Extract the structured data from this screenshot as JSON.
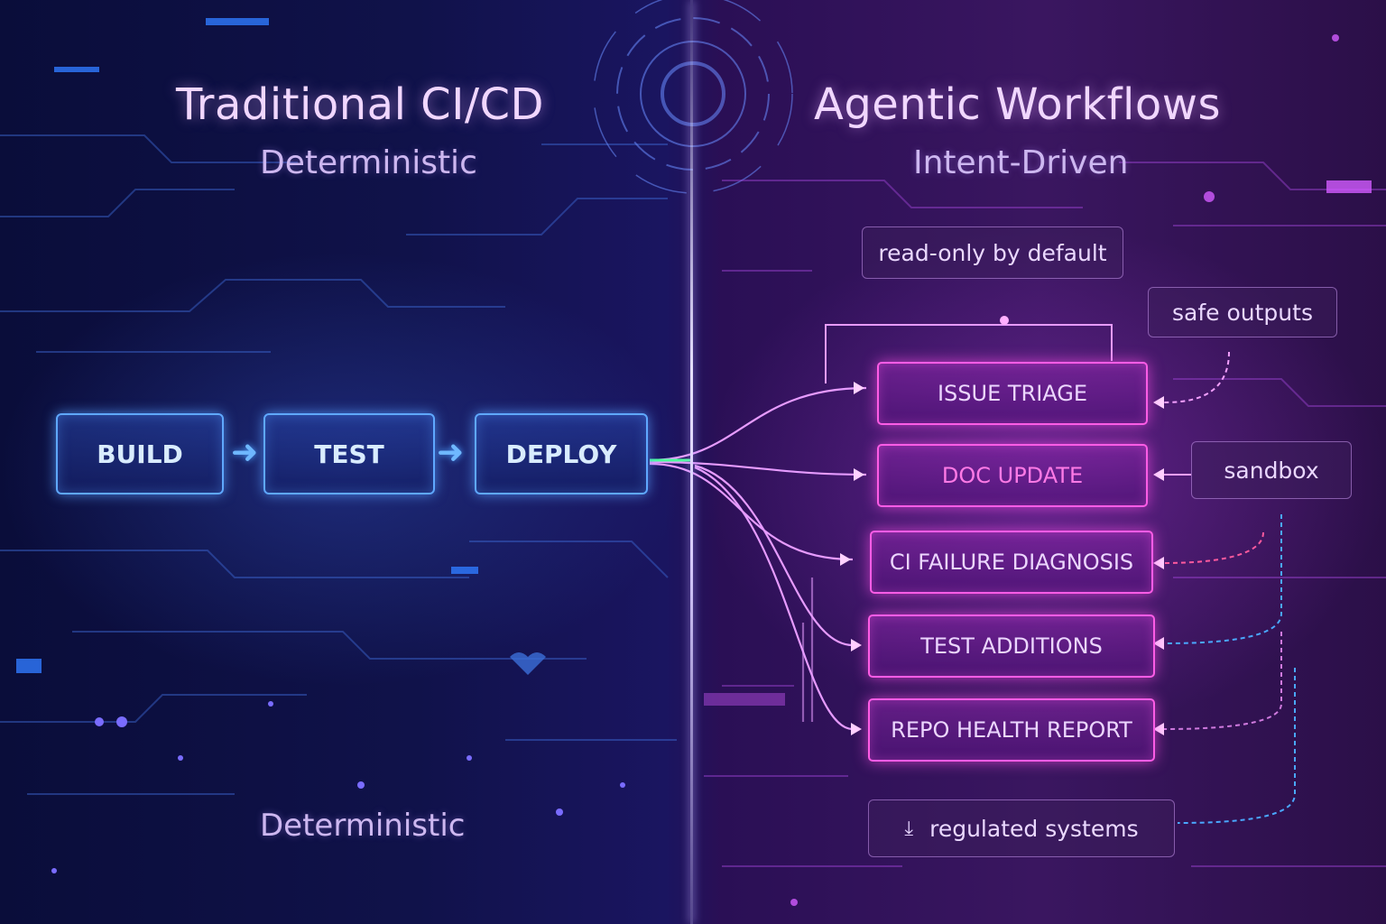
{
  "left": {
    "title": "Traditional CI/CD",
    "subtitle": "Deterministic",
    "pipeline": [
      "BUILD",
      "TEST",
      "DEPLOY"
    ],
    "footer": "Deterministic"
  },
  "right": {
    "title": "Agentic Workflows",
    "subtitle": "Intent-Driven",
    "workflows": [
      "ISSUE TRIAGE",
      "DOC UPDATE",
      "CI FAILURE DIAGNOSIS",
      "TEST ADDITIONS",
      "REPO HEALTH REPORT"
    ],
    "notes": {
      "read_only": "read-only by default",
      "safe_outputs": "safe outputs",
      "sandbox": "sandbox",
      "regulated": "regulated systems"
    }
  },
  "colors": {
    "left_accent": "#5fa8ff",
    "right_accent": "#ff5ce6",
    "dashed_blue": "#4aa8ff"
  },
  "icons": {
    "regulated": "download-tray-icon",
    "pipeline_arrow": "chevron-right-icon"
  }
}
